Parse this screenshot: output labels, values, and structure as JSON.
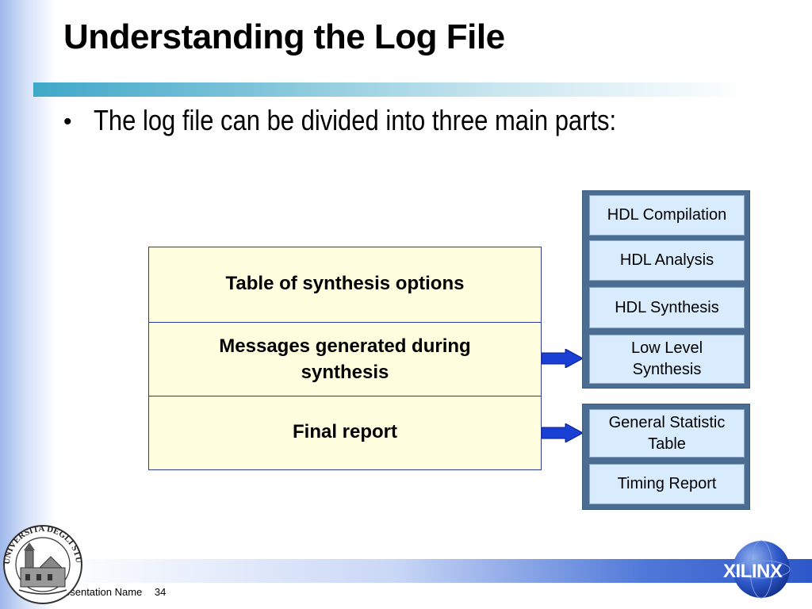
{
  "slide": {
    "title": "Understanding the Log File",
    "bullet": "The log file can be divided into three main parts:"
  },
  "parts": [
    {
      "label": "Table of synthesis options"
    },
    {
      "label": "Messages generated during synthesis"
    },
    {
      "label": "Final report"
    }
  ],
  "message_steps": [
    {
      "label": "HDL Compilation"
    },
    {
      "label": "HDL Analysis"
    },
    {
      "label": "HDL Synthesis"
    },
    {
      "label": "Low Level Synthesis"
    }
  ],
  "report_sections": [
    {
      "label": "General Statistic Table"
    },
    {
      "label": "Timing Report"
    }
  ],
  "footer": {
    "presentation_name": "Presentation Name",
    "page_number": "34"
  },
  "logos": {
    "university_seal_text": "UNIVERSITA DEGLI STUDI DI TRIESTE",
    "brand_logo_text": "XILINX"
  },
  "colors": {
    "parts_fill": "#ffffe0",
    "parts_border": "#2b3a8f",
    "group_fill": "#4a6d91",
    "sub_fill": "#d9ecfd",
    "arrow_fill": "#1a3fd4",
    "title_rule": "#3fa8c8",
    "footer_band": "#2e58c9"
  }
}
